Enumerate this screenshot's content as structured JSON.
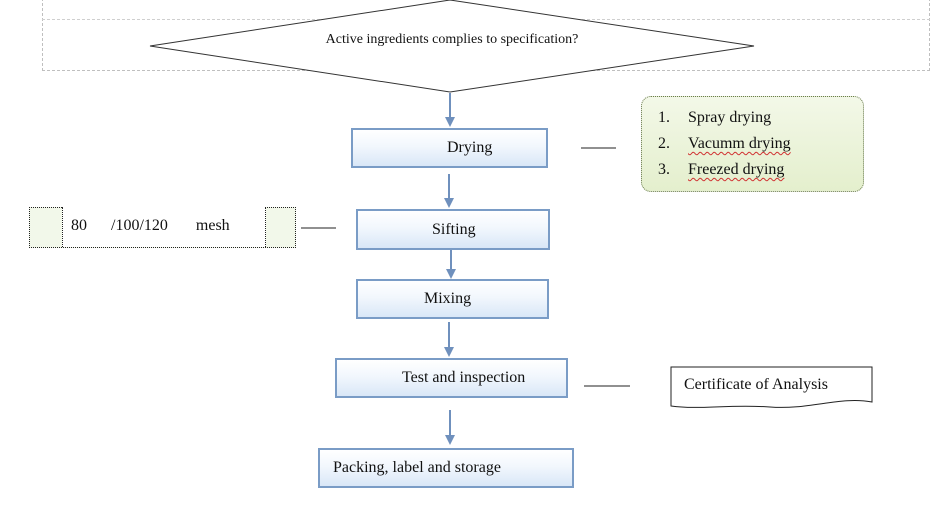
{
  "decision": {
    "label": "Active ingredients complies to specification?"
  },
  "steps": [
    {
      "id": "drying",
      "label": "Drying"
    },
    {
      "id": "sifting",
      "label": "Sifting"
    },
    {
      "id": "mixing",
      "label": "Mixing"
    },
    {
      "id": "test",
      "label": "Test and inspection"
    },
    {
      "id": "packing",
      "label": "Packing, label and storage"
    }
  ],
  "drying_methods": [
    {
      "num": "1.",
      "label": "Spray drying"
    },
    {
      "num": "2.",
      "label": "Vacumm drying"
    },
    {
      "num": "3.",
      "label": "Freezed drying"
    }
  ],
  "mesh": {
    "label": "80      /100/120       mesh"
  },
  "certificate": {
    "label": "Certificate of Analysis"
  },
  "colors": {
    "arrow": "#6f90bd",
    "box_border": "#7a9cc6",
    "methods_bg": "#e4efcd"
  }
}
